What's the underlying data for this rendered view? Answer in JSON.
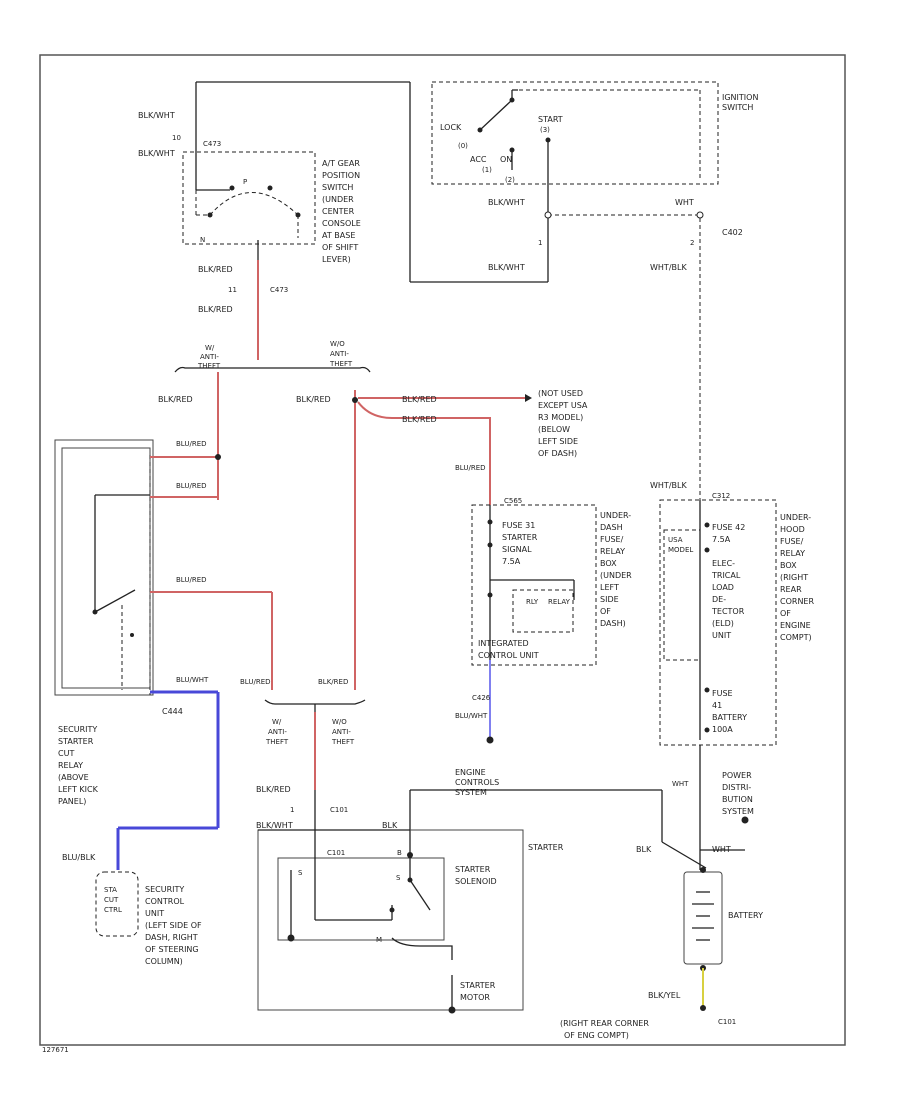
{
  "page_id": "127671",
  "ignition_switch": {
    "title": [
      "IGNITION",
      "SWITCH"
    ],
    "positions": [
      "LOCK",
      "START",
      "ACC",
      "ON"
    ],
    "codes": [
      "(0)",
      "(1)",
      "(2)",
      "(3)"
    ],
    "wire_left": "BLK/WHT",
    "wire_left2": "BLK/WHT",
    "wire_right": "WHT",
    "connector": "C402",
    "wire_down": "WHT/BLK",
    "pin1": "1",
    "pin2": "2"
  },
  "at_gear_switch": {
    "label": [
      "A/T GEAR",
      "POSITION",
      "SWITCH",
      "(UNDER",
      "CENTER",
      "CONSOLE",
      "AT BASE",
      "OF SHIFT",
      "LEVER)"
    ],
    "wire_top": "BLK/WHT",
    "wire_top2": "BLK/WHT",
    "connector": "C473",
    "connector2": "C473",
    "wire_out": "BLK/RED",
    "wire_out2": "BLK/RED",
    "pin_a": "10",
    "pin_b": "11",
    "gears": [
      "P",
      "N"
    ]
  },
  "anti_theft": {
    "w_label": [
      "W/",
      "ANTI-",
      "THEFT"
    ],
    "wo_label": [
      "W/O",
      "ANTI-",
      "THEFT"
    ],
    "wire": "BLK/RED",
    "wire2": "BLK/RED"
  },
  "not_used": [
    "(NOT USED",
    "EXCEPT USA",
    "R3 MODEL)",
    "(BELOW",
    "LEFT SIDE",
    "OF DASH)"
  ],
  "security_relay": {
    "label": [
      "SECURITY",
      "STARTER",
      "CUT",
      "RELAY",
      "(ABOVE",
      "LEFT KICK",
      "PANEL)"
    ],
    "connector": "C444",
    "wire1": "BLU/RED",
    "wire2": "BLU/RED",
    "wire3": "BLU/RED",
    "wire4": "BLU/WHT"
  },
  "under_dash_box": {
    "label": [
      "UNDER-",
      "DASH",
      "FUSE/",
      "RELAY",
      "BOX",
      "(UNDER",
      "LEFT",
      "SIDE",
      "OF",
      "DASH)"
    ],
    "connector_in": "C565",
    "fuse": [
      "FUSE 31",
      "STARTER",
      "SIGNAL",
      "7.5A"
    ],
    "relay_label": [
      "RLY",
      "RELAY"
    ],
    "icu": [
      "INTEGRATED",
      "CONTROL UNIT"
    ],
    "connector_out": "C426",
    "wire_out": "BLU/WHT",
    "wire_in": "BLK/RED"
  },
  "under_hood_box": {
    "label": [
      "UNDER-",
      "HOOD",
      "FUSE/",
      "RELAY",
      "BOX",
      "(RIGHT",
      "REAR",
      "CORNER",
      "OF",
      "ENGINE",
      "COMPT)"
    ],
    "connector": "C312",
    "wire_in": "WHT/BLK",
    "usa_label": [
      "USA",
      "MODEL"
    ],
    "fuse1": [
      "FUSE 42",
      "7.5A"
    ],
    "eld": [
      "ELEC-",
      "TRICAL",
      "LOAD",
      "DE-",
      "TECTOR",
      "(ELD)",
      "UNIT"
    ],
    "fuse2": [
      "FUSE",
      "41",
      "BATTERY",
      "100A"
    ],
    "wire_out": "WHT"
  },
  "power_dist": {
    "label": [
      "POWER",
      "DISTRI-",
      "BUTION",
      "SYSTEM"
    ],
    "wire": "WHT"
  },
  "engine_controls": [
    "ENGINE",
    "CONTROLS",
    "SYSTEM"
  ],
  "starter": {
    "title": "STARTER",
    "solenoid": [
      "STARTER",
      "SOLENOID"
    ],
    "motor": [
      "STARTER",
      "MOTOR"
    ],
    "connector": "C101",
    "wire_top": "BLK/RED",
    "wire_in": "BLK/WHT",
    "wire_blk": "BLK",
    "terminal_s": "S",
    "terminal_b": "B",
    "terminal_m": "M",
    "pin": "1",
    "c101_inner": "C101"
  },
  "battery": {
    "label": "BATTERY",
    "wire_top": "BLK",
    "wire_bottom": "BLK/YEL",
    "connector": "C101",
    "location": [
      "(RIGHT REAR CORNER",
      "OF ENG COMPT)"
    ]
  },
  "security_unit": {
    "label": [
      "SECURITY",
      "CONTROL",
      "UNIT",
      "(LEFT SIDE OF",
      "DASH, RIGHT",
      "OF STEERING",
      "COLUMN)"
    ],
    "inner": [
      "STA",
      "CUT",
      "CTRL"
    ],
    "wire": "BLU/BLK"
  },
  "colors": {
    "red_wire": "#d06464",
    "blue_wire": "#4848d8",
    "light_blue_wire": "#8080f0",
    "yellow_wire": "#d8d040"
  }
}
